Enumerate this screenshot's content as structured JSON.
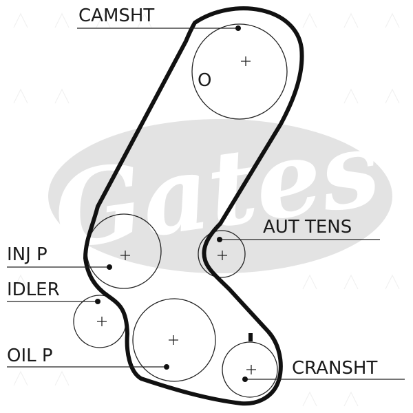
{
  "colors": {
    "belt": "#111111",
    "pulley": "#222222",
    "watermark_oval": "#e3e3e3",
    "watermark_text": "#ffffff",
    "background_pattern": "#f1f1f1"
  },
  "watermark": {
    "brand_text": "Gates"
  },
  "labels": {
    "camshaft": "CAMSHT",
    "injection_pump": "INJ P",
    "idler": "IDLER",
    "oil_pump": "OIL P",
    "auto_tensioner": "AUT TENS",
    "crankshaft": "CRANSHT"
  },
  "marks": {
    "camshaft_timing": "O"
  }
}
